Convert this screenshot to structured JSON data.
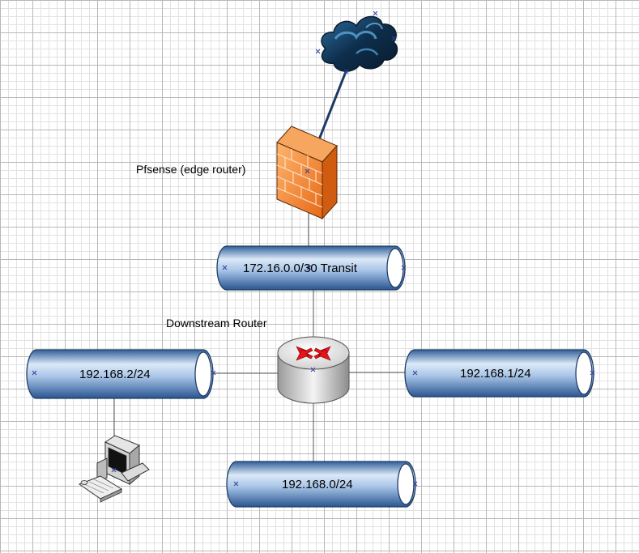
{
  "labels": {
    "edge_router": "Pfsense (edge router)",
    "downstream_router": "Downstream Router"
  },
  "networks": {
    "transit": "172.16.0.0/30 Transit",
    "lan2": "192.168.2/24",
    "lan1": "192.168.1/24",
    "lan0": "192.168.0/24"
  },
  "icons": {
    "internet": "cloud-icon",
    "edge_router": "firewall-icon",
    "downstream_router": "router-icon",
    "host": "computer-icon"
  },
  "colors": {
    "pipe_light": "#dce9f7",
    "pipe_dark": "#4d7ab3",
    "pipe_outline": "#1f3d66",
    "firewall": "#f07a2a",
    "cloud": "#1e4f74",
    "uplink": "#1f3864",
    "router_arrows": "#e8141b"
  }
}
